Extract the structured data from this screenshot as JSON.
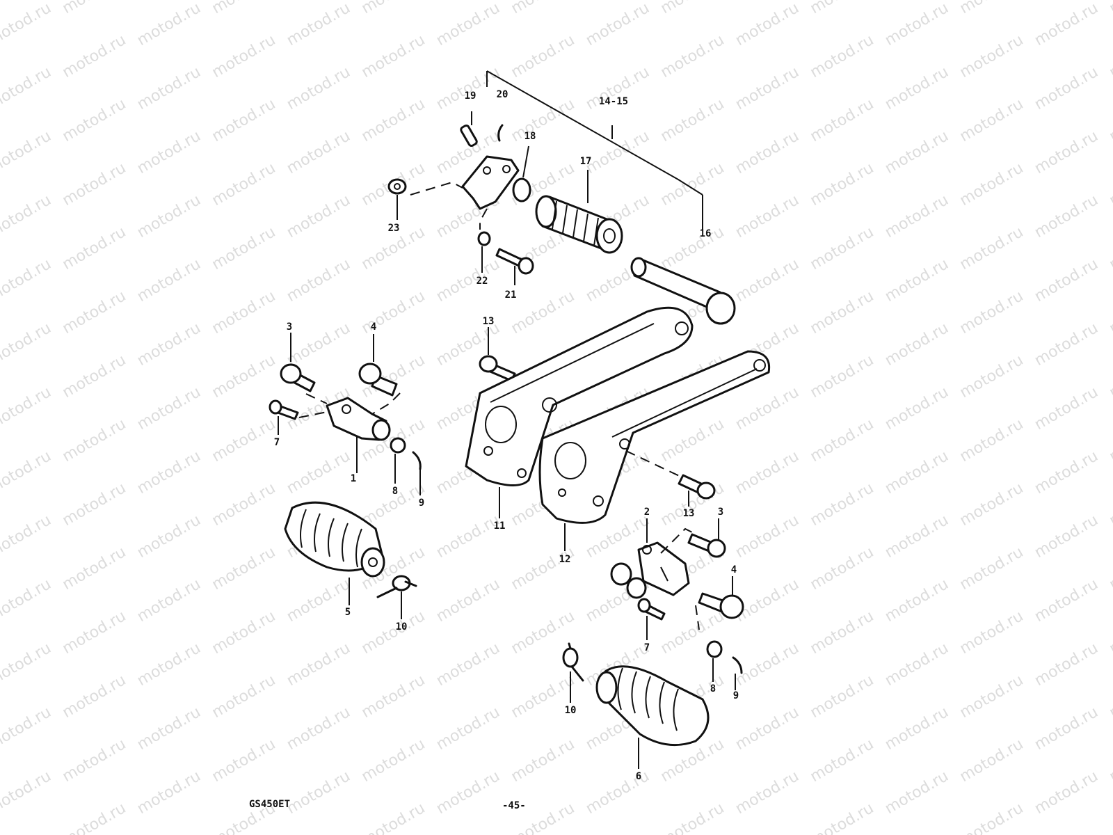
{
  "watermark": "motod.ru",
  "model_code": "GS450ET",
  "page_number": "-45-",
  "callouts": {
    "c1": "1",
    "c2": "2",
    "c3a": "3",
    "c3b": "3",
    "c4a": "4",
    "c4b": "4",
    "c5": "5",
    "c6": "6",
    "c7a": "7",
    "c7b": "7",
    "c8a": "8",
    "c8b": "8",
    "c9a": "9",
    "c9b": "9",
    "c10a": "10",
    "c10b": "10",
    "c11": "11",
    "c12": "12",
    "c13a": "13",
    "c13b": "13",
    "c14_15": "14-15",
    "c16": "16",
    "c17": "17",
    "c18": "18",
    "c19": "19",
    "c20": "20",
    "c21": "21",
    "c22": "22",
    "c23": "23"
  }
}
